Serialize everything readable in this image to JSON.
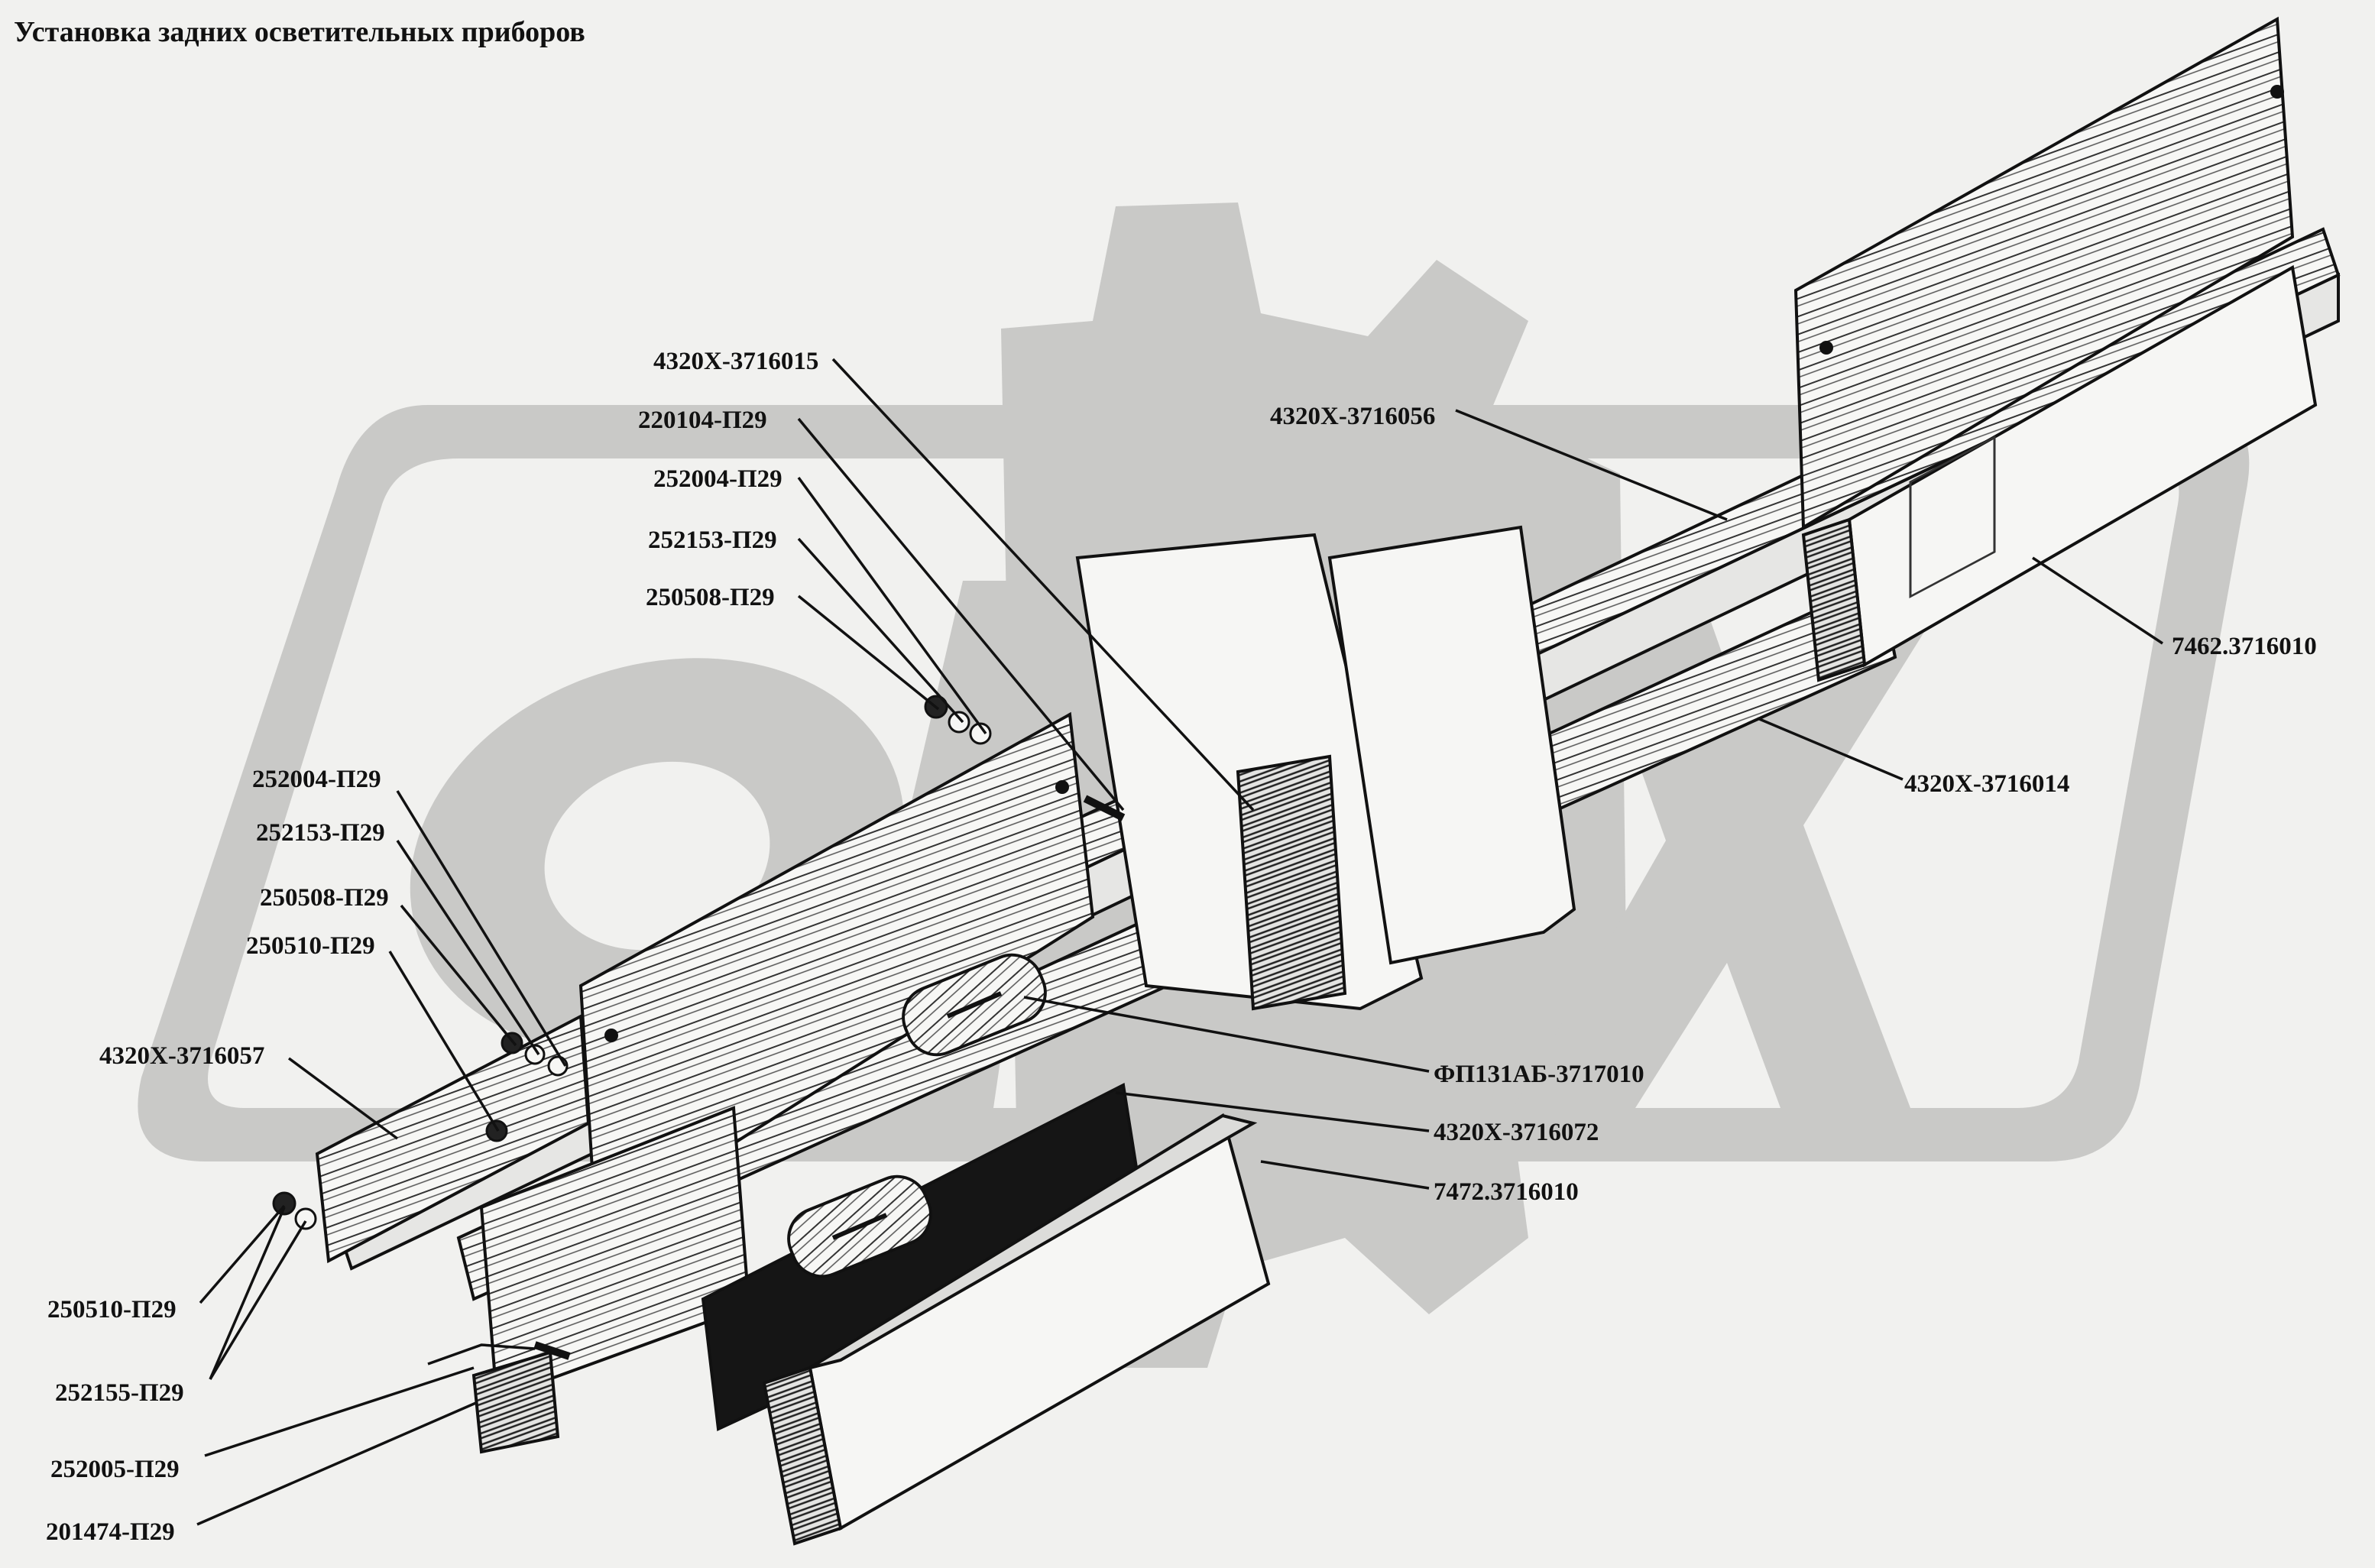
{
  "title": "Установка задних осветительных приборов",
  "labels": {
    "l01": "4320Х-3716015",
    "l02": "220104-П29",
    "l03": "252004-П29",
    "l04": "252153-П29",
    "l05": "250508-П29",
    "l06": "252004-П29",
    "l07": "252153-П29",
    "l08": "250508-П29",
    "l09": "250510-П29",
    "l10": "4320Х-3716057",
    "l11": "250510-П29",
    "l12": "252155-П29",
    "l13": "252005-П29",
    "l14": "201474-П29",
    "l15": "4320Х-3716056",
    "l16": "7462.3716010",
    "l17": "4320Х-3716014",
    "l18": "ФП131АБ-3717010",
    "l19": "4320Х-3716072",
    "l20": "7472.3716010"
  },
  "colors": {
    "ink": "#111111",
    "watermark": "#c9c9c7",
    "background": "#f1f1ef"
  }
}
